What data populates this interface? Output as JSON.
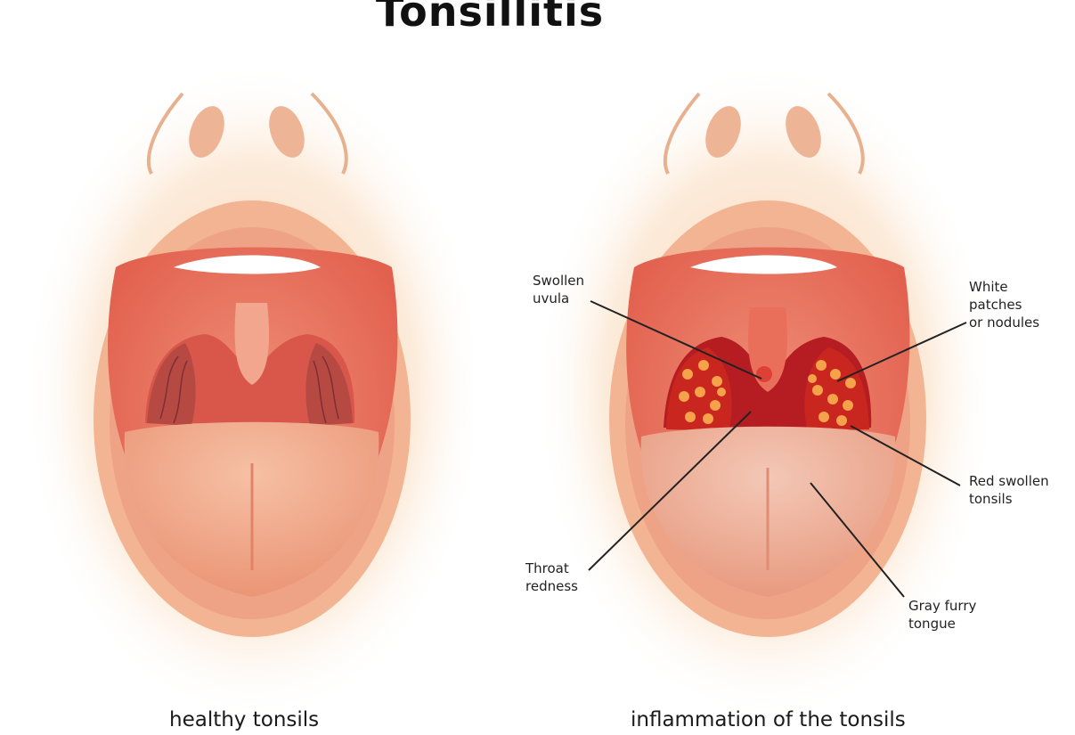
{
  "title": "Tonsillitis",
  "captions": {
    "left": "healthy tonsils",
    "right": "inflammation of the tonsils"
  },
  "annotations": {
    "swollen_uvula": "Swollen\nuvula",
    "white_patches": "White\npatches\nor nodules",
    "red_tonsils": "Red swollen\ntonsils",
    "throat_redness": "Throat\nredness",
    "gray_tongue": "Gray furry\ntongue"
  },
  "colors": {
    "skin": "#f6d3b0",
    "lip": "#f2b492",
    "mouth_inner": "#e87a62",
    "throat_healthy": "#d8574a",
    "throat_inflamed": "#b51d22",
    "tongue": "#f2a98c",
    "teeth": "#ffffff",
    "nodule": "#f5a24a"
  }
}
